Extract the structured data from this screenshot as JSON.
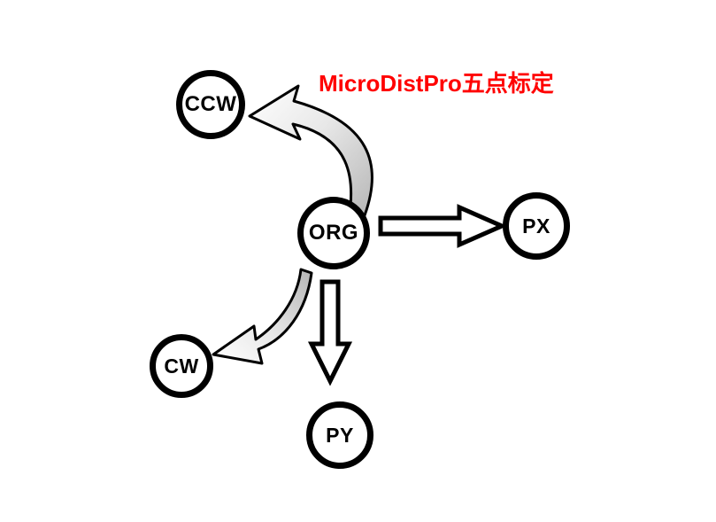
{
  "title": "MicroDistPro五点标定",
  "colors": {
    "title_text": "#ff0000",
    "node_border": "#000000",
    "node_fill": "#ffffff",
    "node_label": "#000000",
    "block_arrow_fill": "#ffffff",
    "block_arrow_outline": "#000000",
    "swoosh_shade": "#bbbbbb",
    "background": "#ffffff"
  },
  "nodes": [
    {
      "id": "ccw",
      "label": "CCW"
    },
    {
      "id": "org",
      "label": "ORG"
    },
    {
      "id": "px",
      "label": "PX"
    },
    {
      "id": "cw",
      "label": "CW"
    },
    {
      "id": "py",
      "label": "PY"
    }
  ],
  "arrows": [
    {
      "id": "org-to-ccw",
      "type": "curved-swoosh",
      "from": "ORG",
      "to": "CCW"
    },
    {
      "id": "org-to-px",
      "type": "block",
      "from": "ORG",
      "to": "PX"
    },
    {
      "id": "org-to-py",
      "type": "block",
      "from": "ORG",
      "to": "PY"
    },
    {
      "id": "org-to-cw",
      "type": "curved-swoosh",
      "from": "ORG",
      "to": "CW"
    }
  ]
}
